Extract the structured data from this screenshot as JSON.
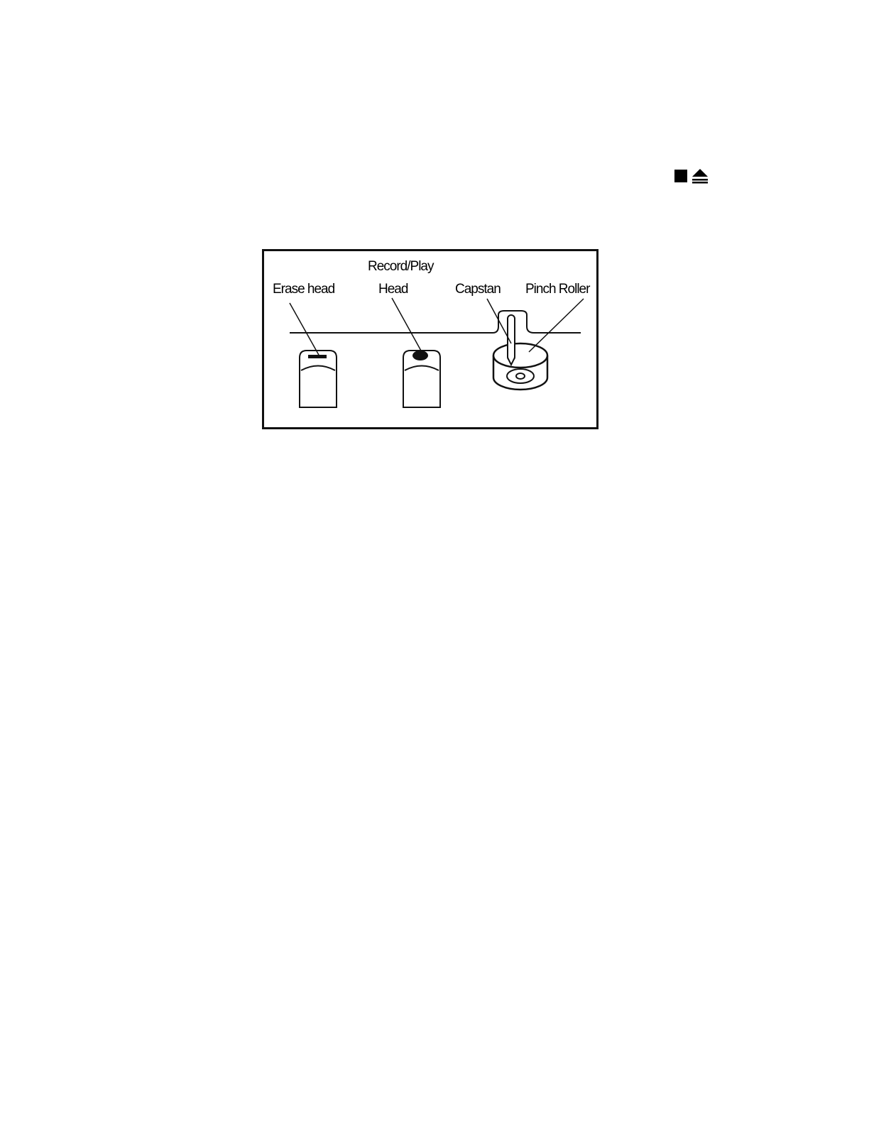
{
  "icons": {
    "stop": "stop-icon",
    "eject": "eject-icon"
  },
  "diagram": {
    "labels": {
      "record_play": "Record/Play",
      "erase_head": "Erase head",
      "head": "Head",
      "capstan": "Capstan",
      "pinch_roller": "Pinch Roller"
    }
  }
}
